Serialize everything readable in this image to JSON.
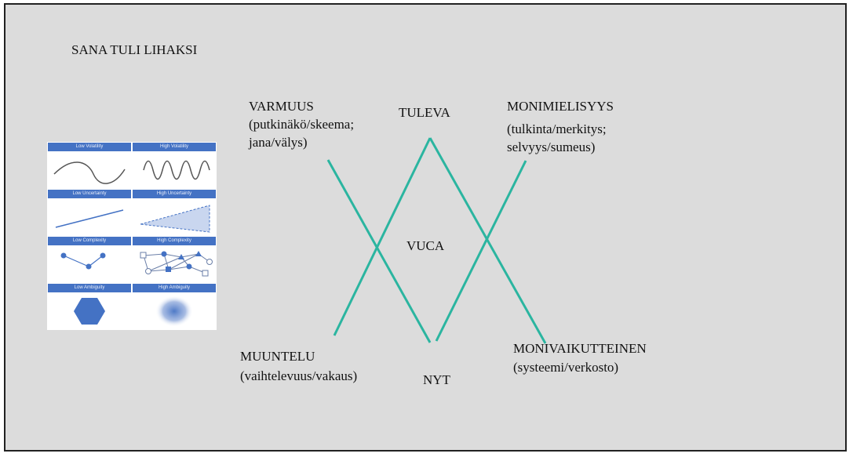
{
  "title": "SANA TULI LIHAKSI",
  "center": {
    "top": "TULEVA",
    "middle": "VUCA",
    "bottom": "NYT"
  },
  "corners": {
    "top_left": {
      "heading": "VARMUUS",
      "lines": [
        "(putkinäkö/skeema;",
        "jana/välys)"
      ]
    },
    "top_right": {
      "heading": "MONIMIELISYYS",
      "lines": [
        "(tulkinta/merkitys;",
        "selvyys/sumeus)"
      ]
    },
    "bottom_left": {
      "heading": "MUUNTELU",
      "lines": [
        "(vaihtelevuus/vakaus)"
      ]
    },
    "bottom_right": {
      "heading": "MONIVAIKUTTEINEN",
      "lines": [
        "(systeemi/verkosto)"
      ]
    }
  },
  "vuca_grid": {
    "headers": [
      [
        "Low Volatility",
        "High Volatility"
      ],
      [
        "Low Uncertainty",
        "High Uncertainty"
      ],
      [
        "Low Complexity",
        "High Complexity"
      ],
      [
        "Low Ambiguity",
        "High Ambiguity"
      ]
    ]
  },
  "colors": {
    "line": "#2bb5a0",
    "background": "#dcdcdc",
    "header": "#4472c4",
    "shape": "#4472c4"
  }
}
